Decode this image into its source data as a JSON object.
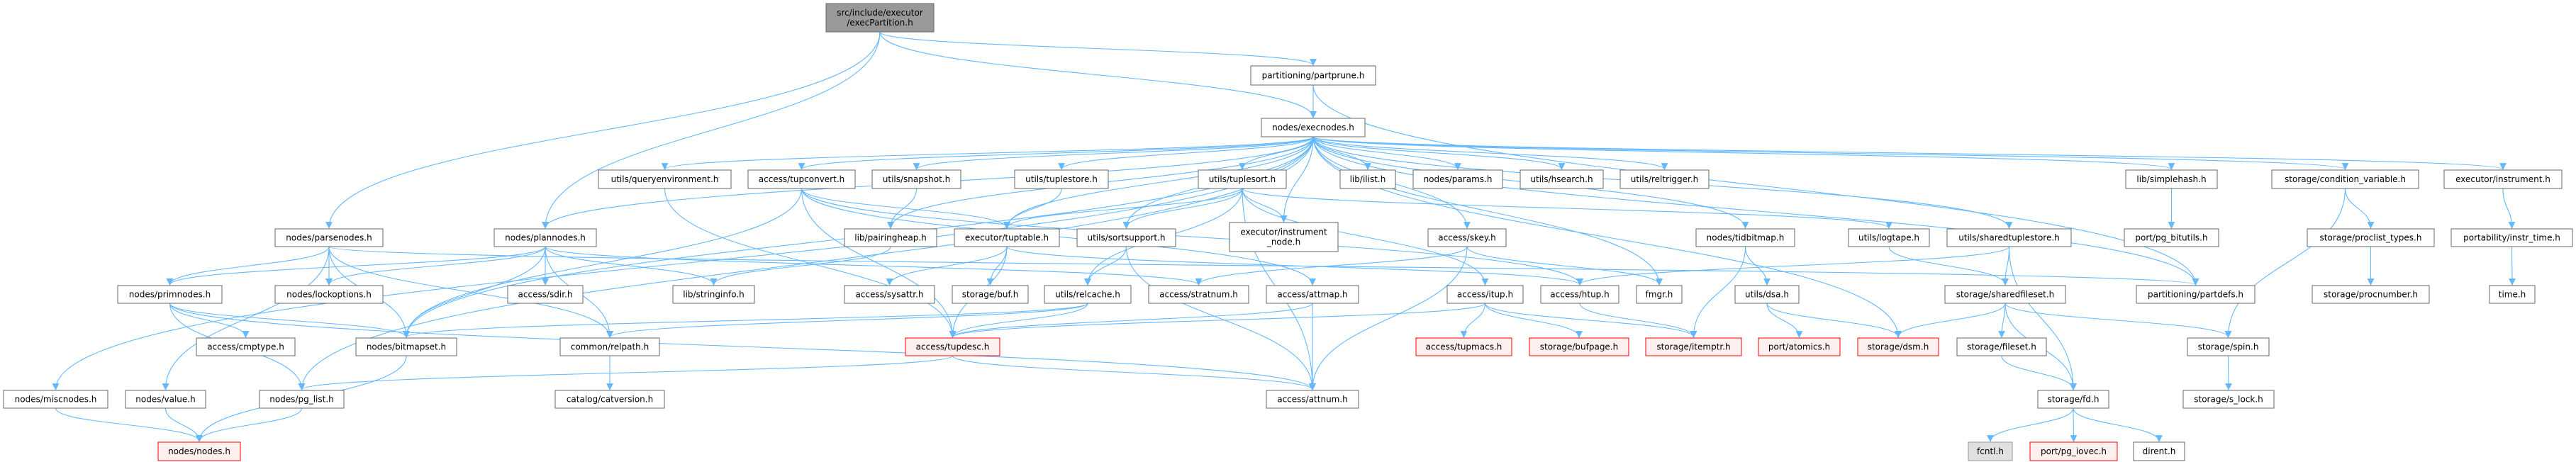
{
  "graph": {
    "title": "src/include/executor/execPartition.h",
    "colors": {
      "edge": "#63b8ff",
      "node_border": "#666666",
      "missing_fill": "#fff0f0",
      "missing_border": "#ff0000",
      "root_fill": "#999999",
      "system_fill": "#e0e0e0"
    },
    "nodes": [
      {
        "id": "root",
        "label": "src/include/executor\n/execPartition.h",
        "style": "root"
      },
      {
        "id": "partprune",
        "label": "partitioning/partprune.h",
        "style": "normal"
      },
      {
        "id": "execnodes",
        "label": "nodes/execnodes.h",
        "style": "normal"
      },
      {
        "id": "queryenv",
        "label": "utils/queryenvironment.h",
        "style": "normal"
      },
      {
        "id": "tupconvert",
        "label": "access/tupconvert.h",
        "style": "normal"
      },
      {
        "id": "snapshot",
        "label": "utils/snapshot.h",
        "style": "normal"
      },
      {
        "id": "tuplestore",
        "label": "utils/tuplestore.h",
        "style": "normal"
      },
      {
        "id": "tuplesort",
        "label": "utils/tuplesort.h",
        "style": "normal"
      },
      {
        "id": "ilist",
        "label": "lib/ilist.h",
        "style": "normal"
      },
      {
        "id": "params",
        "label": "nodes/params.h",
        "style": "normal"
      },
      {
        "id": "hsearch",
        "label": "utils/hsearch.h",
        "style": "normal"
      },
      {
        "id": "reltrigger",
        "label": "utils/reltrigger.h",
        "style": "normal"
      },
      {
        "id": "simplehash",
        "label": "lib/simplehash.h",
        "style": "normal"
      },
      {
        "id": "condvar",
        "label": "storage/condition_variable.h",
        "style": "normal"
      },
      {
        "id": "instrument",
        "label": "executor/instrument.h",
        "style": "normal"
      },
      {
        "id": "parsenodes",
        "label": "nodes/parsenodes.h",
        "style": "normal"
      },
      {
        "id": "plannodes",
        "label": "nodes/plannodes.h",
        "style": "normal"
      },
      {
        "id": "pairingheap",
        "label": "lib/pairingheap.h",
        "style": "normal"
      },
      {
        "id": "tuptable",
        "label": "executor/tuptable.h",
        "style": "normal"
      },
      {
        "id": "sortsupport",
        "label": "utils/sortsupport.h",
        "style": "normal"
      },
      {
        "id": "instrnode",
        "label": "executor/instrument\n_node.h",
        "style": "normal"
      },
      {
        "id": "skey",
        "label": "access/skey.h",
        "style": "normal"
      },
      {
        "id": "tidbitmap",
        "label": "nodes/tidbitmap.h",
        "style": "normal"
      },
      {
        "id": "logtape",
        "label": "utils/logtape.h",
        "style": "normal"
      },
      {
        "id": "sharedtuplestore",
        "label": "utils/sharedtuplestore.h",
        "style": "normal"
      },
      {
        "id": "pgbitutils",
        "label": "port/pg_bitutils.h",
        "style": "normal"
      },
      {
        "id": "proclist",
        "label": "storage/proclist_types.h",
        "style": "normal"
      },
      {
        "id": "instrtime",
        "label": "portability/instr_time.h",
        "style": "normal"
      },
      {
        "id": "primnodes",
        "label": "nodes/primnodes.h",
        "style": "normal"
      },
      {
        "id": "lockoptions",
        "label": "nodes/lockoptions.h",
        "style": "normal"
      },
      {
        "id": "sdir",
        "label": "access/sdir.h",
        "style": "normal"
      },
      {
        "id": "stringinfo",
        "label": "lib/stringinfo.h",
        "style": "normal"
      },
      {
        "id": "sysattr",
        "label": "access/sysattr.h",
        "style": "normal"
      },
      {
        "id": "buf",
        "label": "storage/buf.h",
        "style": "normal"
      },
      {
        "id": "relcache",
        "label": "utils/relcache.h",
        "style": "normal"
      },
      {
        "id": "stratnum",
        "label": "access/stratnum.h",
        "style": "normal"
      },
      {
        "id": "attmap",
        "label": "access/attmap.h",
        "style": "normal"
      },
      {
        "id": "itup",
        "label": "access/itup.h",
        "style": "normal"
      },
      {
        "id": "htup",
        "label": "access/htup.h",
        "style": "normal"
      },
      {
        "id": "fmgr",
        "label": "fmgr.h",
        "style": "normal"
      },
      {
        "id": "dsa",
        "label": "utils/dsa.h",
        "style": "normal"
      },
      {
        "id": "sharedfileset",
        "label": "storage/sharedfileset.h",
        "style": "normal"
      },
      {
        "id": "partdefs",
        "label": "partitioning/partdefs.h",
        "style": "normal"
      },
      {
        "id": "procnumber",
        "label": "storage/procnumber.h",
        "style": "normal"
      },
      {
        "id": "time",
        "label": "time.h",
        "style": "normal"
      },
      {
        "id": "cmptype",
        "label": "access/cmptype.h",
        "style": "normal"
      },
      {
        "id": "bitmapset",
        "label": "nodes/bitmapset.h",
        "style": "normal"
      },
      {
        "id": "relpath",
        "label": "common/relpath.h",
        "style": "normal"
      },
      {
        "id": "tupdesc",
        "label": "access/tupdesc.h",
        "style": "missing"
      },
      {
        "id": "tupmacs",
        "label": "access/tupmacs.h",
        "style": "missing"
      },
      {
        "id": "bufpage",
        "label": "storage/bufpage.h",
        "style": "missing"
      },
      {
        "id": "itemptr",
        "label": "storage/itemptr.h",
        "style": "missing"
      },
      {
        "id": "atomics",
        "label": "port/atomics.h",
        "style": "missing"
      },
      {
        "id": "dsm",
        "label": "storage/dsm.h",
        "style": "missing"
      },
      {
        "id": "fileset",
        "label": "storage/fileset.h",
        "style": "normal"
      },
      {
        "id": "spin",
        "label": "storage/spin.h",
        "style": "normal"
      },
      {
        "id": "miscnodes",
        "label": "nodes/miscnodes.h",
        "style": "normal"
      },
      {
        "id": "value",
        "label": "nodes/value.h",
        "style": "normal"
      },
      {
        "id": "pglist",
        "label": "nodes/pg_list.h",
        "style": "normal"
      },
      {
        "id": "catversion",
        "label": "catalog/catversion.h",
        "style": "normal"
      },
      {
        "id": "attnum",
        "label": "access/attnum.h",
        "style": "normal"
      },
      {
        "id": "fd",
        "label": "storage/fd.h",
        "style": "normal"
      },
      {
        "id": "slock",
        "label": "storage/s_lock.h",
        "style": "normal"
      },
      {
        "id": "nodes",
        "label": "nodes/nodes.h",
        "style": "missing"
      },
      {
        "id": "fcntl",
        "label": "fcntl.h",
        "style": "system"
      },
      {
        "id": "pgiovec",
        "label": "port/pg_iovec.h",
        "style": "missing"
      },
      {
        "id": "dirent",
        "label": "dirent.h",
        "style": "normal"
      }
    ],
    "edges": [
      [
        "root",
        "parsenodes"
      ],
      [
        "root",
        "plannodes"
      ],
      [
        "root",
        "execnodes"
      ],
      [
        "root",
        "partprune"
      ],
      [
        "partprune",
        "execnodes"
      ],
      [
        "partprune",
        "partdefs"
      ],
      [
        "execnodes",
        "miscnodes"
      ],
      [
        "execnodes",
        "plannodes"
      ],
      [
        "execnodes",
        "queryenv"
      ],
      [
        "execnodes",
        "tupconvert"
      ],
      [
        "execnodes",
        "snapshot"
      ],
      [
        "execnodes",
        "tuplestore"
      ],
      [
        "execnodes",
        "tuplesort"
      ],
      [
        "execnodes",
        "ilist"
      ],
      [
        "execnodes",
        "params"
      ],
      [
        "execnodes",
        "hsearch"
      ],
      [
        "execnodes",
        "reltrigger"
      ],
      [
        "execnodes",
        "simplehash"
      ],
      [
        "execnodes",
        "condvar"
      ],
      [
        "execnodes",
        "instrument"
      ],
      [
        "execnodes",
        "pairingheap"
      ],
      [
        "execnodes",
        "tuptable"
      ],
      [
        "execnodes",
        "sortsupport"
      ],
      [
        "execnodes",
        "instrnode"
      ],
      [
        "execnodes",
        "skey"
      ],
      [
        "execnodes",
        "tidbitmap"
      ],
      [
        "execnodes",
        "sharedtuplestore"
      ],
      [
        "execnodes",
        "fmgr"
      ],
      [
        "execnodes",
        "partdefs"
      ],
      [
        "execnodes",
        "bitmapset"
      ],
      [
        "execnodes",
        "pglist"
      ],
      [
        "execnodes",
        "dsm"
      ],
      [
        "parsenodes",
        "primnodes"
      ],
      [
        "parsenodes",
        "lockoptions"
      ],
      [
        "parsenodes",
        "bitmapset"
      ],
      [
        "parsenodes",
        "value"
      ],
      [
        "parsenodes",
        "relpath"
      ],
      [
        "parsenodes",
        "partdefs"
      ],
      [
        "plannodes",
        "primnodes"
      ],
      [
        "plannodes",
        "lockoptions"
      ],
      [
        "plannodes",
        "sdir"
      ],
      [
        "plannodes",
        "stringinfo"
      ],
      [
        "plannodes",
        "bitmapset"
      ],
      [
        "plannodes",
        "relpath"
      ],
      [
        "plannodes",
        "stratnum"
      ],
      [
        "primnodes",
        "cmptype"
      ],
      [
        "primnodes",
        "bitmapset"
      ],
      [
        "primnodes",
        "pglist"
      ],
      [
        "primnodes",
        "attnum"
      ],
      [
        "bitmapset",
        "nodes"
      ],
      [
        "pglist",
        "nodes"
      ],
      [
        "value",
        "nodes"
      ],
      [
        "miscnodes",
        "nodes"
      ],
      [
        "relpath",
        "catversion"
      ],
      [
        "queryenv",
        "tupdesc"
      ],
      [
        "tupconvert",
        "tuptable"
      ],
      [
        "tupconvert",
        "tupdesc"
      ],
      [
        "tupconvert",
        "attmap"
      ],
      [
        "tupconvert",
        "bitmapset"
      ],
      [
        "tupconvert",
        "htup"
      ],
      [
        "snapshot",
        "pairingheap"
      ],
      [
        "pairingheap",
        "stringinfo"
      ],
      [
        "tuplestore",
        "tuptable"
      ],
      [
        "tuptable",
        "tupdesc"
      ],
      [
        "tuptable",
        "sysattr"
      ],
      [
        "tuptable",
        "buf"
      ],
      [
        "tuptable",
        "htup"
      ],
      [
        "tuplesort",
        "tuptable"
      ],
      [
        "tuplesort",
        "sortsupport"
      ],
      [
        "tuplesort",
        "instrnode"
      ],
      [
        "tuplesort",
        "relcache"
      ],
      [
        "tuplesort",
        "itup"
      ],
      [
        "tuplesort",
        "logtape"
      ],
      [
        "tuplesort",
        "attnum"
      ],
      [
        "sortsupport",
        "relcache"
      ],
      [
        "sortsupport",
        "attnum"
      ],
      [
        "relcache",
        "tupdesc"
      ],
      [
        "relcache",
        "bitmapset"
      ],
      [
        "relcache",
        "relpath"
      ],
      [
        "attmap",
        "tupdesc"
      ],
      [
        "attmap",
        "attnum"
      ],
      [
        "tupdesc",
        "attnum"
      ],
      [
        "tupdesc",
        "pglist"
      ],
      [
        "skey",
        "attnum"
      ],
      [
        "skey",
        "fmgr"
      ],
      [
        "skey",
        "stratnum"
      ],
      [
        "itup",
        "tupdesc"
      ],
      [
        "itup",
        "tupmacs"
      ],
      [
        "itup",
        "bufpage"
      ],
      [
        "itup",
        "itemptr"
      ],
      [
        "htup",
        "itemptr"
      ],
      [
        "tidbitmap",
        "dsa"
      ],
      [
        "tidbitmap",
        "itemptr"
      ],
      [
        "dsa",
        "atomics"
      ],
      [
        "dsa",
        "dsm"
      ],
      [
        "logtape",
        "sharedfileset"
      ],
      [
        "sharedtuplestore",
        "sharedfileset"
      ],
      [
        "sharedtuplestore",
        "fd"
      ],
      [
        "sharedtuplestore",
        "htup"
      ],
      [
        "sharedfileset",
        "dsm"
      ],
      [
        "sharedfileset",
        "fileset"
      ],
      [
        "sharedfileset",
        "fd"
      ],
      [
        "sharedfileset",
        "spin"
      ],
      [
        "fileset",
        "fd"
      ],
      [
        "fd",
        "fcntl"
      ],
      [
        "fd",
        "pgiovec"
      ],
      [
        "fd",
        "dirent"
      ],
      [
        "simplehash",
        "pgbitutils"
      ],
      [
        "condvar",
        "proclist"
      ],
      [
        "condvar",
        "spin"
      ],
      [
        "proclist",
        "procnumber"
      ],
      [
        "instrument",
        "instrtime"
      ],
      [
        "instrtime",
        "time"
      ],
      [
        "spin",
        "slock"
      ]
    ]
  }
}
